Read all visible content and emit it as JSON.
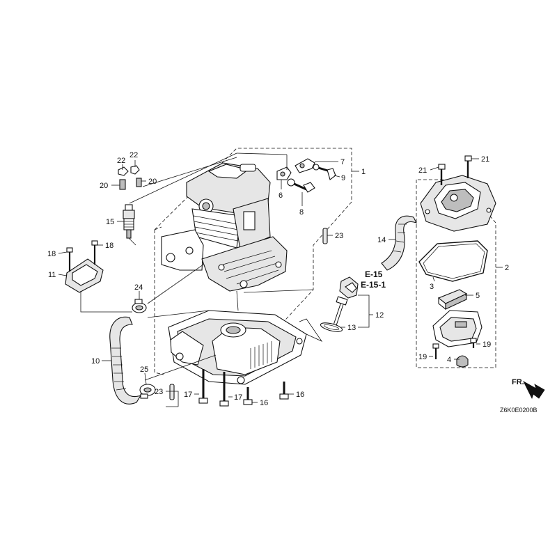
{
  "diagram_id": "Z6K0E0200B",
  "front_indicator": "FR.",
  "references": {
    "ref_1": "E-15",
    "ref_2": "E-15-1"
  },
  "callouts": [
    {
      "id": "c1",
      "text": "1"
    },
    {
      "id": "c2",
      "text": "2"
    },
    {
      "id": "c3",
      "text": "3"
    },
    {
      "id": "c4",
      "text": "4"
    },
    {
      "id": "c5",
      "text": "5"
    },
    {
      "id": "c6",
      "text": "6"
    },
    {
      "id": "c7",
      "text": "7"
    },
    {
      "id": "c8",
      "text": "8"
    },
    {
      "id": "c9",
      "text": "9"
    },
    {
      "id": "c10",
      "text": "10"
    },
    {
      "id": "c11",
      "text": "11"
    },
    {
      "id": "c12",
      "text": "12"
    },
    {
      "id": "c13",
      "text": "13"
    },
    {
      "id": "c14",
      "text": "14"
    },
    {
      "id": "c15",
      "text": "15"
    },
    {
      "id": "c16a",
      "text": "16"
    },
    {
      "id": "c16b",
      "text": "16"
    },
    {
      "id": "c17a",
      "text": "17"
    },
    {
      "id": "c17b",
      "text": "17"
    },
    {
      "id": "c18a",
      "text": "18"
    },
    {
      "id": "c18b",
      "text": "18"
    },
    {
      "id": "c19a",
      "text": "19"
    },
    {
      "id": "c19b",
      "text": "19"
    },
    {
      "id": "c20a",
      "text": "20"
    },
    {
      "id": "c20b",
      "text": "20"
    },
    {
      "id": "c21a",
      "text": "21"
    },
    {
      "id": "c21b",
      "text": "21"
    },
    {
      "id": "c22a",
      "text": "22"
    },
    {
      "id": "c22b",
      "text": "22"
    },
    {
      "id": "c23a",
      "text": "23"
    },
    {
      "id": "c23b",
      "text": "23"
    },
    {
      "id": "c24",
      "text": "24"
    },
    {
      "id": "c25",
      "text": "25"
    }
  ],
  "icons": {
    "front_arrow": "arrow-right-down-icon"
  }
}
